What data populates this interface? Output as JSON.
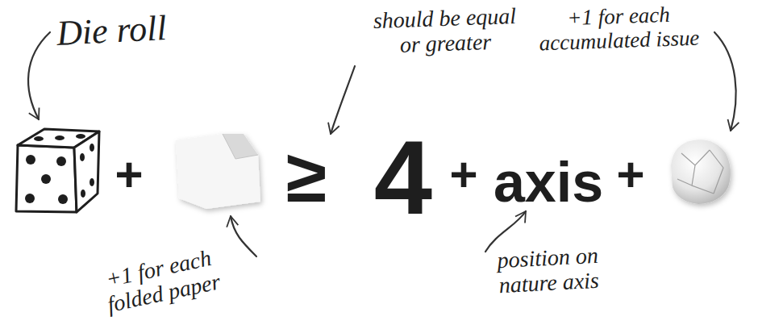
{
  "diagram": {
    "labels": [
      "Die roll",
      "should be equal or greater",
      "+1 for each accumulated issue",
      "+",
      "≥",
      "4",
      "+",
      "axis",
      "+",
      "+1 for each folded paper",
      "position on nature axis"
    ]
  }
}
